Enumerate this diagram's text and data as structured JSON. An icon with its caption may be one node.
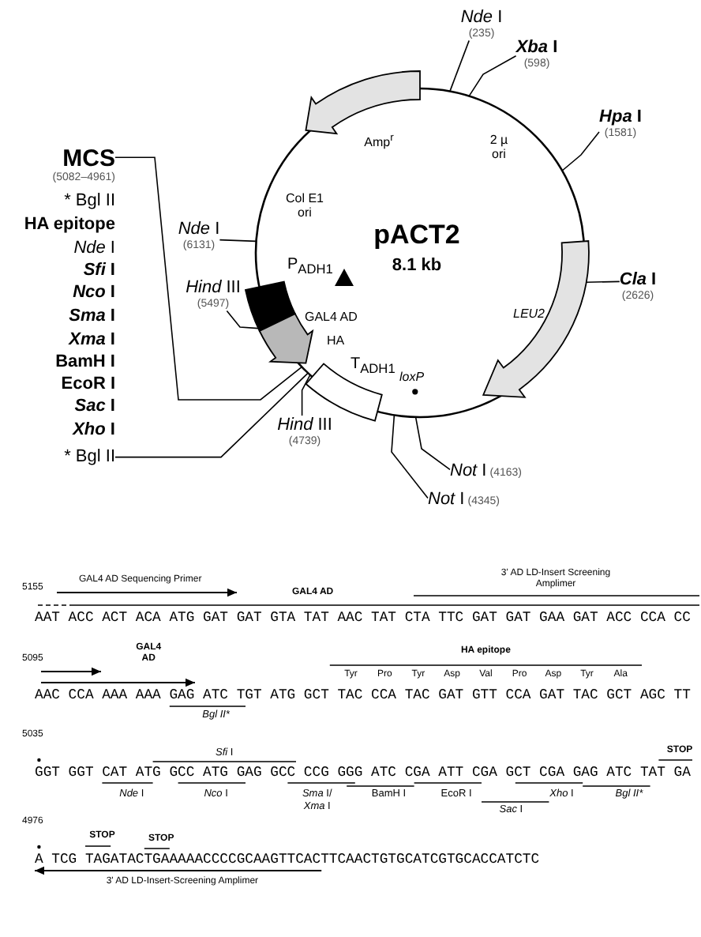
{
  "diagram": {
    "nodes": [
      {
        "text": [
          "pACT2",
          "8.1 kb"
        ]
      },
      {
        "text": [
          "*Nde* I",
          "(235)"
        ]
      },
      {
        "text": [
          "*Xba* I",
          "(598)"
        ]
      },
      {
        "text": [
          "*Hpa* I",
          "(1581)"
        ]
      },
      {
        "text": [
          "MCS",
          "(5082–4961)"
        ]
      },
      {
        "text": [
          "*Nde* I",
          "(6131)"
        ]
      },
      {
        "text": [
          "*Cla* I",
          "(2626)"
        ]
      },
      {
        "text": [
          "*Hind* III",
          "(5497)"
        ]
      },
      {
        "text": [
          "* Bgl II"
        ]
      },
      {
        "text": [
          "*Hind* III",
          "(4739)"
        ]
      },
      {
        "text": [
          "*Not* I",
          "(4163)"
        ]
      },
      {
        "text": [
          "*Not* I",
          "(4345)"
        ]
      }
    ],
    "edges": [
      {
        "from": 1,
        "to": 0,
        "arrow": "none"
      },
      {
        "from": 2,
        "to": 0,
        "arrow": "none"
      },
      {
        "from": 3,
        "to": 0,
        "arrow": "none"
      },
      {
        "from": 4,
        "to": 0,
        "arrow": "none"
      },
      {
        "from": 5,
        "to": 0,
        "arrow": "none"
      },
      {
        "from": 6,
        "to": 0,
        "arrow": "none"
      },
      {
        "from": 7,
        "to": 0,
        "arrow": "none"
      },
      {
        "from": 8,
        "to": 0,
        "arrow": "none"
      },
      {
        "from": 9,
        "to": 0,
        "arrow": "none"
      },
      {
        "from": 10,
        "to": 0,
        "arrow": "none"
      },
      {
        "from": 11,
        "to": 0,
        "arrow": "none"
      }
    ],
    "labels": [
      "Amp$^{r}$",
      "2 µ ori",
      "Col E1 ori",
      "* Bgl II",
      "HA epitope",
      "*Nde* I",
      "*Sfi* I",
      "*Nco* I",
      "*Sma* I",
      "*Xma* I",
      "BamH I",
      "EcoR I",
      "*Sac* I",
      "*Xho* I",
      "P$_{ADH1}$",
      "GAL4 AD",
      "LEU2",
      "HA",
      "T$_{ADH1}$",
      "loxP",
      "5155",
      "GAL4 AD Sequencing Primer",
      "GAL4 AD",
      "3' AD LD-Insert Screening Amplimer",
      "AAT ACC ACT ACA ATG GAT GAT GTA TAT AAC TAT CTA TTC GAT GAT GAA GAT ACC CCA CC",
      "5095",
      "GAL4 AD",
      "HA epitope",
      "Tyr",
      "Pro",
      "Tyr",
      "Asp",
      "Val",
      "Pro",
      "Asp",
      "Tyr",
      "Ala",
      "AAC CCA AAA AAA GAG ATC TGT ATG GCT TAC CCA TAC GAT GTT CCA GAT TAC GCT AGC TT",
      "Bgl II*",
      "5035",
      "*Sfi* I",
      "STOP",
      "GGT GGT CAT ATG GCC ATG GAG GCC CCG GGG ATC CGA ATT CGA GCT CGA GAG ATC TAT GA",
      "*Nde* I",
      "*Nco* I",
      "*Sma* I/",
      "BamH I",
      "EcoR I",
      "*Xho* I",
      "Bgl II*",
      "*Xma* I",
      "*Sac* I",
      "4976",
      "STOP",
      "STOP",
      "A TCG TAGATACTGAAAAACCCCGCAAGTTCACTTCAACTGTGCATCGTGCACCATCTC",
      "3' AD LD-Insert-Screening Amplimer"
    ]
  }
}
